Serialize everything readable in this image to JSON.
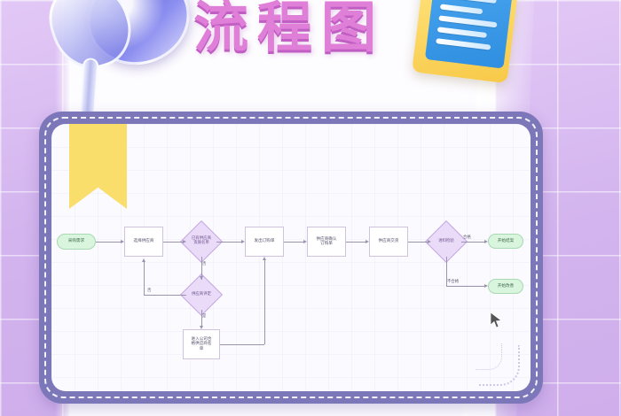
{
  "page": {
    "title": "流程图",
    "background_color": "#d8bcf0",
    "card_border_color": "#7c77b8",
    "card_fill_color": "#fbfaff",
    "ribbon_color": "#f9de6c",
    "title_color": "#e07fd8"
  },
  "decorations": {
    "magnifier": "magnifier-icon",
    "clipboard": "clipboard-icon",
    "ribbon": "bookmark-ribbon",
    "cursor": "mouse-cursor"
  },
  "chart_data": {
    "type": "diagram",
    "title": "流程图",
    "diagram_kind": "flowchart",
    "orientation": "left-to-right",
    "nodes": [
      {
        "id": "n1",
        "label": "采购需求",
        "shape": "terminator",
        "fill": "#d9f5dd"
      },
      {
        "id": "n2",
        "label": "选择供应商",
        "shape": "process",
        "fill": "#ffffff"
      },
      {
        "id": "n3",
        "label": "已有供应商\n资质名单",
        "shape": "decision",
        "fill": "#eadcf8"
      },
      {
        "id": "n4",
        "label": "发出订购单",
        "shape": "process",
        "fill": "#ffffff"
      },
      {
        "id": "n5",
        "label": "供应商确认\n订购单",
        "shape": "process",
        "fill": "#ffffff"
      },
      {
        "id": "n6",
        "label": "供应商交货",
        "shape": "process",
        "fill": "#ffffff"
      },
      {
        "id": "n7",
        "label": "进料检验",
        "shape": "decision",
        "fill": "#eadcf8"
      },
      {
        "id": "n8",
        "label": "开始结案",
        "shape": "terminator",
        "fill": "#d9f5dd"
      },
      {
        "id": "n9",
        "label": "开始改善",
        "shape": "terminator",
        "fill": "#d9f5dd"
      },
      {
        "id": "n10",
        "label": "供应商评定",
        "shape": "decision",
        "fill": "#eadcf8"
      },
      {
        "id": "n11",
        "label": "进入公司合\n格供应商名\n单",
        "shape": "process",
        "fill": "#ffffff"
      }
    ],
    "edges": [
      {
        "from": "n1",
        "to": "n2",
        "label": ""
      },
      {
        "from": "n2",
        "to": "n3",
        "label": ""
      },
      {
        "from": "n3",
        "to": "n4",
        "label": ""
      },
      {
        "from": "n3",
        "to": "n10",
        "label": "否"
      },
      {
        "from": "n4",
        "to": "n5",
        "label": ""
      },
      {
        "from": "n5",
        "to": "n6",
        "label": ""
      },
      {
        "from": "n6",
        "to": "n7",
        "label": ""
      },
      {
        "from": "n7",
        "to": "n8",
        "label": "合格"
      },
      {
        "from": "n7",
        "to": "n9",
        "label": "不合格"
      },
      {
        "from": "n10",
        "to": "n2",
        "label": "否"
      },
      {
        "from": "n10",
        "to": "n11",
        "label": "是"
      },
      {
        "from": "n11",
        "to": "n4",
        "label": ""
      }
    ],
    "edge_labels": {
      "e_n3_n10": "否",
      "e_n10_n2": "否",
      "e_n10_n11": "是",
      "e_pass": "合格",
      "e_fail": "不合格"
    }
  }
}
